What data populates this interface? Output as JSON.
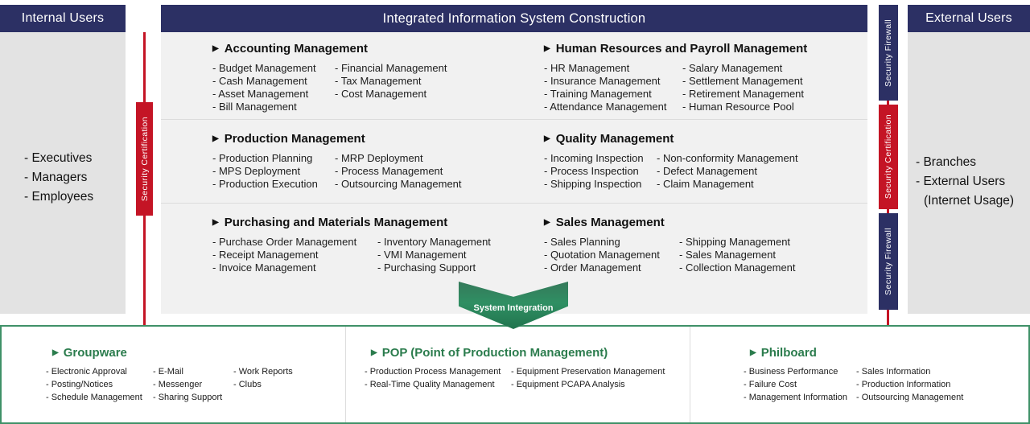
{
  "icons": {
    "triangle": "▶"
  },
  "top": {
    "internal_header": "Internal Users",
    "main_header": "Integrated Information System Construction",
    "external_header": "External Users"
  },
  "internal_panel": {
    "items": [
      "- Executives",
      "- Managers",
      "- Employees"
    ]
  },
  "external_panel": {
    "items": [
      "- Branches",
      "- External Users",
      "(Internet Usage)"
    ]
  },
  "security": {
    "left_certification": "Security Certification",
    "right_firewall_top": "Security Firewall",
    "right_certification": "Security Certification",
    "right_firewall_bottom": "Security Firewall"
  },
  "modules": [
    {
      "title": "Accounting Management",
      "col1": [
        "- Budget Management",
        "- Cash Management",
        "- Asset Management",
        "- Bill Management"
      ],
      "col2": [
        "- Financial Management",
        "- Tax Management",
        "- Cost Management"
      ]
    },
    {
      "title": "Human Resources and Payroll Management",
      "col1": [
        "- HR Management",
        "- Insurance Management",
        "- Training Management",
        "- Attendance Management"
      ],
      "col2": [
        "- Salary Management",
        "- Settlement Management",
        "- Retirement Management",
        "- Human Resource Pool"
      ]
    },
    {
      "title": "Production Management",
      "col1": [
        "- Production Planning",
        "- MPS Deployment",
        "- Production Execution"
      ],
      "col2": [
        "- MRP Deployment",
        "- Process Management",
        "- Outsourcing Management"
      ]
    },
    {
      "title": "Quality Management",
      "col1": [
        "- Incoming Inspection",
        "- Process Inspection",
        "- Shipping Inspection"
      ],
      "col2": [
        "- Non-conformity Management",
        "- Defect Management",
        "- Claim Management"
      ]
    },
    {
      "title": "Purchasing and Materials Management",
      "col1": [
        "- Purchase Order Management",
        "- Receipt Management",
        "- Invoice Management"
      ],
      "col2": [
        "- Inventory Management",
        "- VMI Management",
        "- Purchasing Support"
      ]
    },
    {
      "title": "Sales Management",
      "col1": [
        "- Sales Planning",
        "- Quotation Management",
        "- Order Management"
      ],
      "col2": [
        "- Shipping Management",
        "- Sales Management",
        "- Collection Management"
      ]
    }
  ],
  "arrow": {
    "label": "System Integration"
  },
  "bottom_sections": [
    {
      "title": "Groupware",
      "col1": [
        "- Electronic Approval",
        "- Posting/Notices",
        "- Schedule Management"
      ],
      "col2": [
        "- E-Mail",
        "- Messenger",
        "- Sharing Support"
      ],
      "col3": [
        "- Work Reports",
        "- Clubs"
      ]
    },
    {
      "title": "POP (Point of Production Management)",
      "col1": [
        "- Production Process Management",
        "- Real-Time Quality Management"
      ],
      "col2": [
        "- Equipment Preservation Management",
        "- Equipment PCAPA Analysis"
      ]
    },
    {
      "title": "Philboard",
      "col1": [
        "- Business Performance",
        "- Failure Cost",
        "- Management Information"
      ],
      "col2": [
        "- Sales Information",
        "- Production Information",
        "- Outsourcing Management"
      ]
    }
  ],
  "colors": {
    "navy": "#2c3064",
    "red": "#c41425",
    "green_title": "#2b7c4d",
    "green_border": "#3f9168",
    "panel_gray": "#e3e3e3",
    "main_gray": "#f1f1f1"
  }
}
